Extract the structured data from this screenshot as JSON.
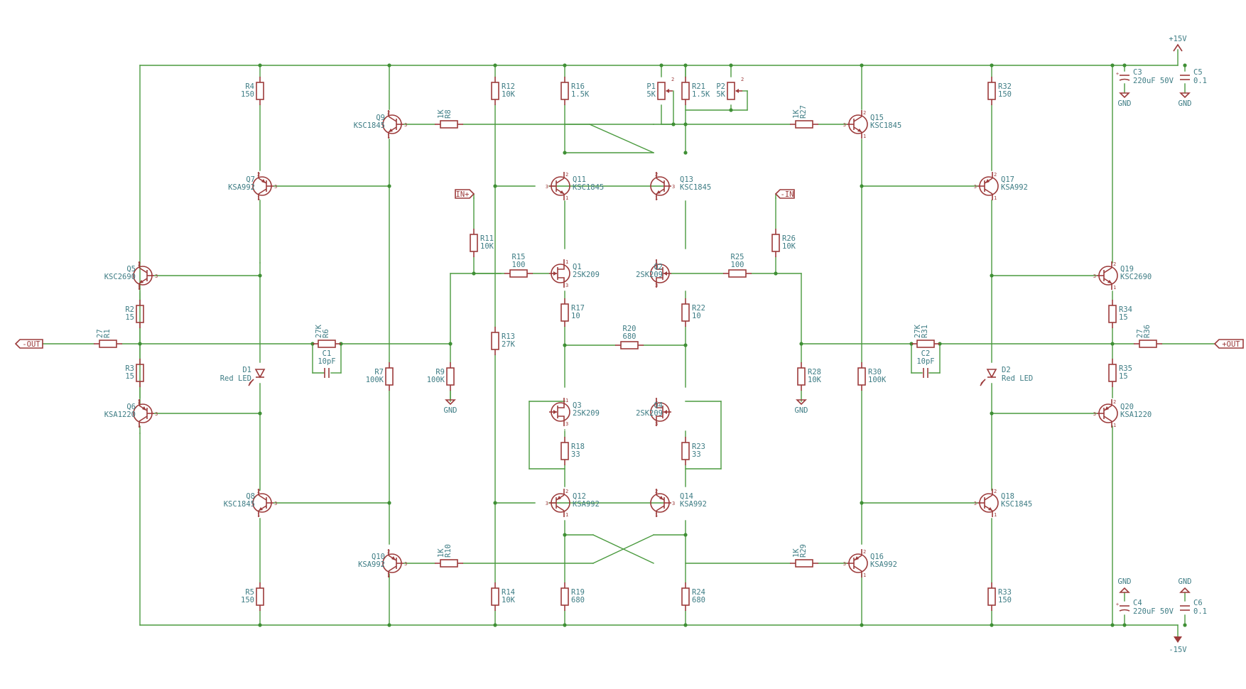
{
  "parts": [
    {
      "ref": "R1",
      "val": "27"
    },
    {
      "ref": "R2",
      "val": "15"
    },
    {
      "ref": "R3",
      "val": "15"
    },
    {
      "ref": "R4",
      "val": "150"
    },
    {
      "ref": "R5",
      "val": "150"
    },
    {
      "ref": "R6",
      "val": "27K"
    },
    {
      "ref": "R7",
      "val": "100K"
    },
    {
      "ref": "R8",
      "val": "1K"
    },
    {
      "ref": "R9",
      "val": "100K"
    },
    {
      "ref": "R10",
      "val": "1K"
    },
    {
      "ref": "R11",
      "val": "10K"
    },
    {
      "ref": "R12",
      "val": "10K"
    },
    {
      "ref": "R13",
      "val": "27K"
    },
    {
      "ref": "R14",
      "val": "10K"
    },
    {
      "ref": "R15",
      "val": "100"
    },
    {
      "ref": "R16",
      "val": "1.5K"
    },
    {
      "ref": "R17",
      "val": "10"
    },
    {
      "ref": "R18",
      "val": "33"
    },
    {
      "ref": "R19",
      "val": "680"
    },
    {
      "ref": "R20",
      "val": "680"
    },
    {
      "ref": "R21",
      "val": "1.5K"
    },
    {
      "ref": "R22",
      "val": "10"
    },
    {
      "ref": "R23",
      "val": "33"
    },
    {
      "ref": "R24",
      "val": "680"
    },
    {
      "ref": "R25",
      "val": "100"
    },
    {
      "ref": "R26",
      "val": "10K"
    },
    {
      "ref": "R27",
      "val": "1K"
    },
    {
      "ref": "R28",
      "val": "10K"
    },
    {
      "ref": "R29",
      "val": "1K"
    },
    {
      "ref": "R30",
      "val": "100K"
    },
    {
      "ref": "R31",
      "val": "27K"
    },
    {
      "ref": "R32",
      "val": "150"
    },
    {
      "ref": "R33",
      "val": "150"
    },
    {
      "ref": "R34",
      "val": "15"
    },
    {
      "ref": "R35",
      "val": "15"
    },
    {
      "ref": "R36",
      "val": "27"
    },
    {
      "ref": "P1",
      "val": "5K"
    },
    {
      "ref": "P2",
      "val": "5K"
    },
    {
      "ref": "C1",
      "val": "10pF"
    },
    {
      "ref": "C2",
      "val": "10pF"
    },
    {
      "ref": "C3",
      "val": "220uF 50V"
    },
    {
      "ref": "C4",
      "val": "220uF 50V"
    },
    {
      "ref": "C5",
      "val": "0.1"
    },
    {
      "ref": "C6",
      "val": "0.1"
    },
    {
      "ref": "D1",
      "val": "Red LED"
    },
    {
      "ref": "D2",
      "val": "Red LED"
    },
    {
      "ref": "Q1",
      "val": "2SK209"
    },
    {
      "ref": "Q2",
      "val": "2SK209"
    },
    {
      "ref": "Q3",
      "val": "2SK209"
    },
    {
      "ref": "Q4",
      "val": "2SK209"
    },
    {
      "ref": "Q5",
      "val": "KSC2690"
    },
    {
      "ref": "Q6",
      "val": "KSA1220"
    },
    {
      "ref": "Q7",
      "val": "KSA992"
    },
    {
      "ref": "Q8",
      "val": "KSC1845"
    },
    {
      "ref": "Q9",
      "val": "KSC1845"
    },
    {
      "ref": "Q10",
      "val": "KSA992"
    },
    {
      "ref": "Q11",
      "val": "KSC1845"
    },
    {
      "ref": "Q12",
      "val": "KSA992"
    },
    {
      "ref": "Q13",
      "val": "KSC1845"
    },
    {
      "ref": "Q14",
      "val": "KSA992"
    },
    {
      "ref": "Q15",
      "val": "KSC1845"
    },
    {
      "ref": "Q16",
      "val": "KSA992"
    },
    {
      "ref": "Q17",
      "val": "KSA992"
    },
    {
      "ref": "Q18",
      "val": "KSC1845"
    },
    {
      "ref": "Q19",
      "val": "KSC2690"
    },
    {
      "ref": "Q20",
      "val": "KSA1220"
    }
  ],
  "labels": {
    "in_plus": "IN+",
    "in_minus": "-IN",
    "out_minus": "-OUT",
    "out_plus": "+OUT",
    "vpos": "+15V",
    "vneg": "-15V",
    "gnd": "GND"
  },
  "colors": {
    "wire": "#4a9a3e",
    "component": "#9c3a3a",
    "text": "#3f7d85"
  }
}
